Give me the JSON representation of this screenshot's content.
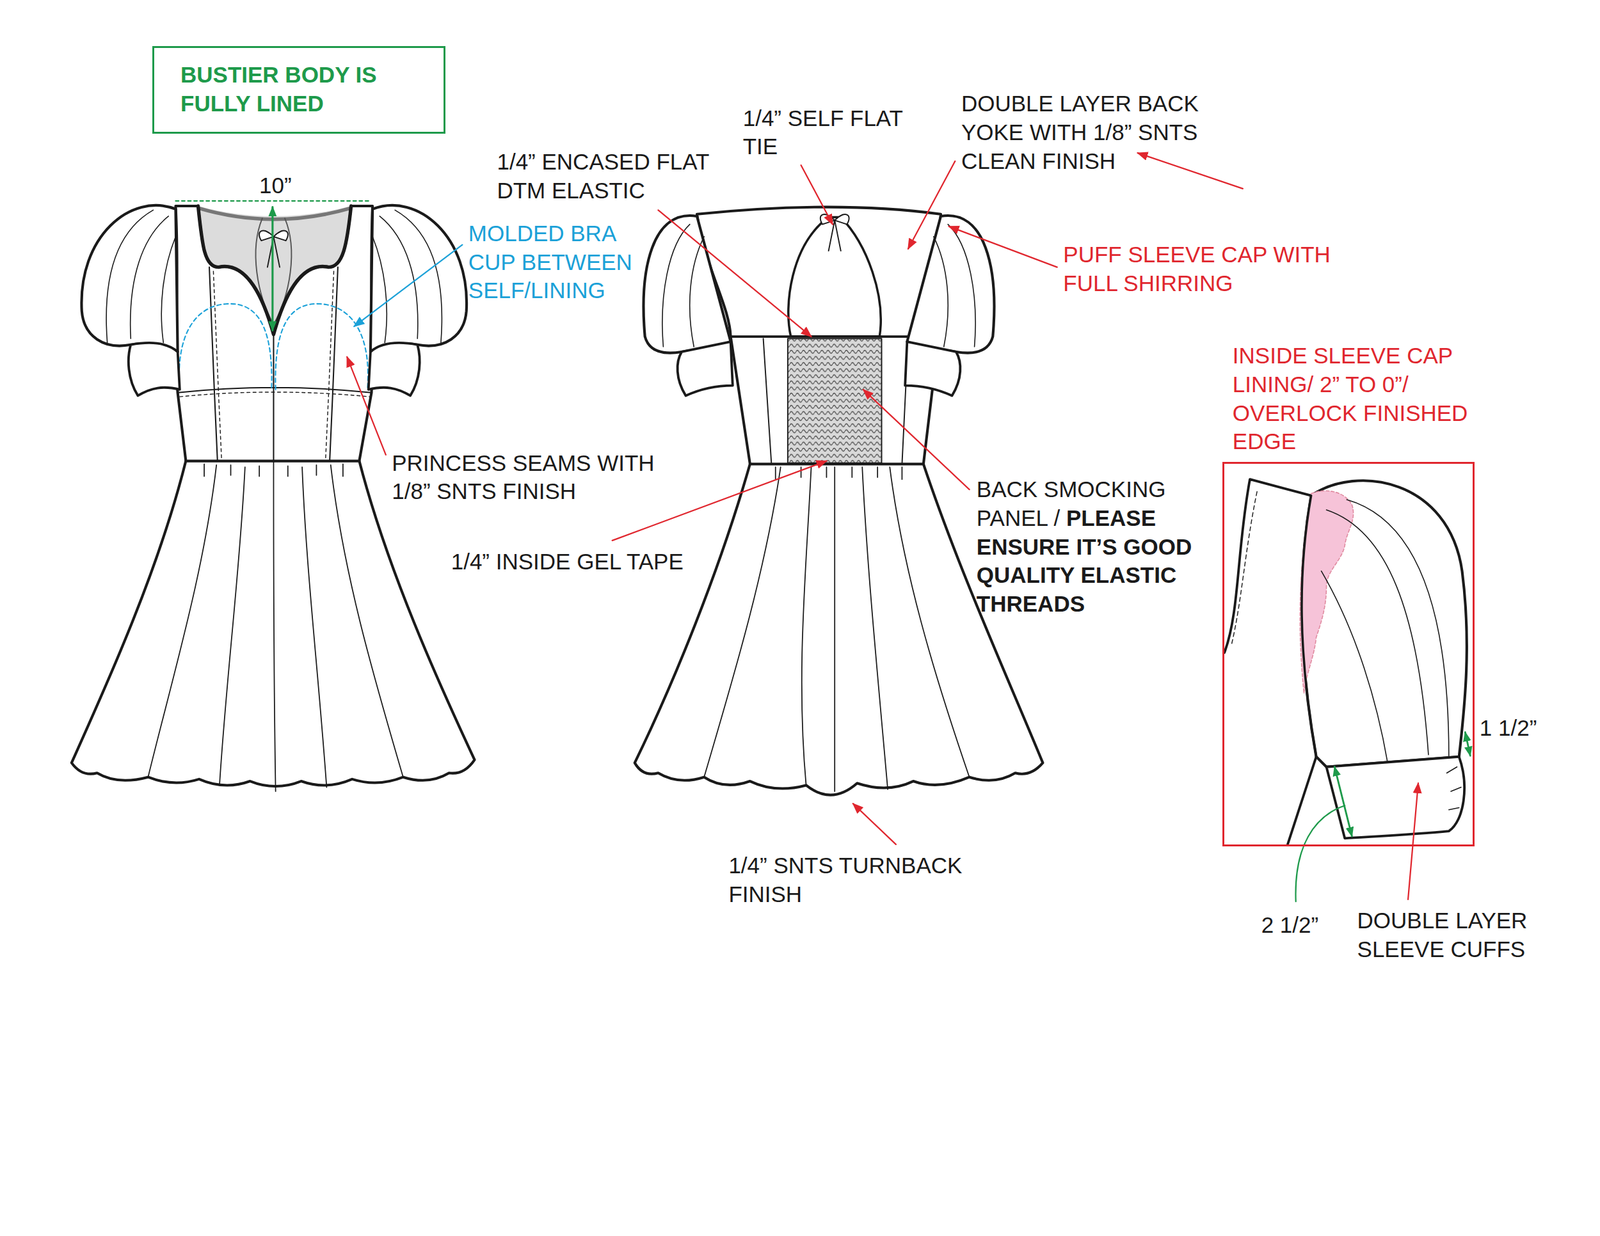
{
  "diagram": {
    "nodes": [
      {
        "text": [
          "BUSTIER BODY IS FULLY LINED"
        ]
      },
      {
        "text": [
          "INSIDE SLEEVE CAP LINING/ 2” TO 0”/ OVERLOCK FINISHED EDGE"
        ]
      }
    ],
    "labels": [
      "10”",
      "MOLDED BRA CUP BETWEEN SELF/LINING",
      "1/4” SELF FLAT TIE",
      "DOUBLE LAYER BACK YOKE WITH 1/8” SNTS CLEAN FINISH",
      "1/4” ENCASED FLAT DTM ELASTIC",
      "PUFF SLEEVE CAP WITH FULL SHIRRING",
      "PRINCESS SEAMS WITH 1/8” SNTS FINISH",
      "BACK SMOCKING PANEL /",
      "PLEASE ENSURE IT’S GOOD QUALITY ELASTIC THREADS",
      "1/4” INSIDE GEL TAPE",
      "1 1/2”",
      "1/4” SNTS TURNBACK FINISH",
      "2 1/2”",
      "DOUBLE LAYER SLEEVE CUFFS"
    ]
  }
}
